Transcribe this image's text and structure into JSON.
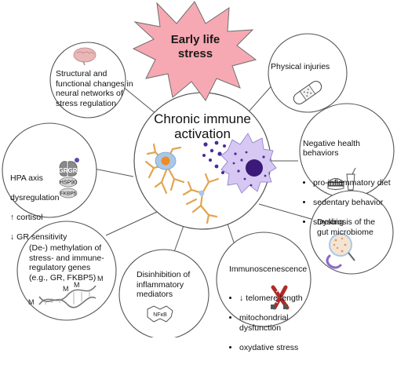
{
  "star": {
    "title_line1": "Early life",
    "title_line2": "stress",
    "fill": "#f6a9b2",
    "stroke": "#6e6e6e"
  },
  "center": {
    "title_line1": "Chronic immune",
    "title_line2": "activation"
  },
  "nodes": {
    "neural": {
      "text": "Structural and\nfunctional changes in\nneural networks of\nstress regulation",
      "icon": "brain-icon"
    },
    "injuries": {
      "text": "Physical injuries",
      "icon": "bandage-icon"
    },
    "health": {
      "title": "Negative health\nbehaviors",
      "items": [
        "pro-inflammatory diet",
        "sedentary behavior",
        "smoking"
      ],
      "icon": "fast-food-icon"
    },
    "hpa": {
      "line1": "HPA axis",
      "line2": "dysregulation",
      "line3": "↑ cortisol",
      "line4": "↓ GR sensitivity",
      "icon": "receptor-complex-icon",
      "gr_label": "GR",
      "hsp_label": "HSP90",
      "fkbp_label": "FKBP5"
    },
    "gut": {
      "text": "Dysbiosis of the\ngut microbiome",
      "icon": "gut-icon"
    },
    "methylation": {
      "text": "(De-) methylation of\nstress- and immune-\nregulatory genes\n(e.g., GR, FKBP5)",
      "icon": "dna-icon",
      "m_label": "M"
    },
    "disinhibition": {
      "text": "Disinhibition of\ninflammatory\nmediators",
      "icon": "nfkb-icon",
      "nfkb_label": "NFκB"
    },
    "immuno": {
      "title": "Immunoscenescence",
      "items": [
        "↓ telomere length",
        "mitochondrial\ndysfunction",
        "oxydative stress"
      ],
      "icon": "chromosome-icon"
    }
  },
  "colors": {
    "circle_stroke": "#555555",
    "microglia": "#e9b46a",
    "nucleus_orange": "#f08a24",
    "cell_blue": "#a9c8e8",
    "macrophage": "#d6c8f2",
    "macrophage_nucleus": "#3b1a7a",
    "dots": "#4a2a9a"
  }
}
